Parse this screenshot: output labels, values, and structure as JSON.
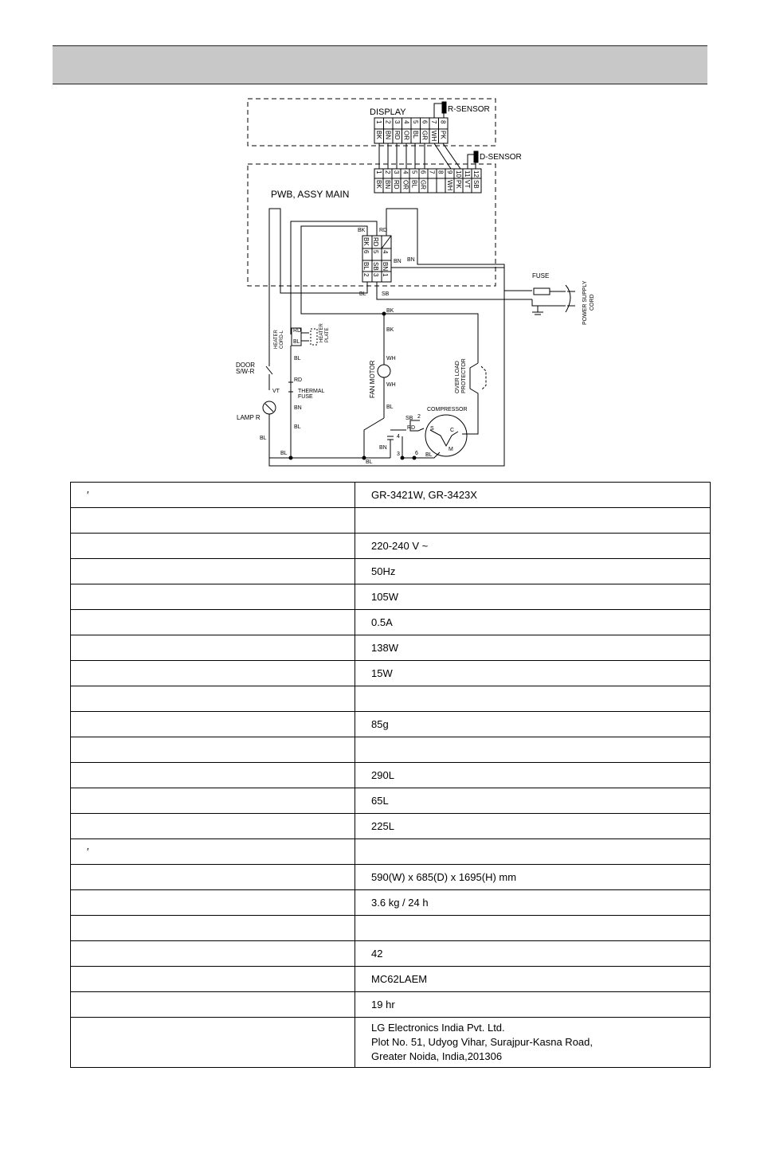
{
  "diagram": {
    "labels": {
      "display": "DISPLAY",
      "r_sensor": "R-SENSOR",
      "d_sensor": "D-SENSOR",
      "pwb": "PWB, ASSY MAIN",
      "fuse": "FUSE",
      "power_supply": "POWER SUPPLY",
      "cord": "CORD",
      "heater_cord": "HEATER",
      "heater_cord2": "CORD-L",
      "heater_plate": "HEATER",
      "heater_plate2": "PLATE",
      "door": "DOOR",
      "door_sw": "S/W-R",
      "lamp": "LAMP R",
      "thermal": "THERMAL",
      "thermal_fuse": "FUSE",
      "fan_motor": "FAN MOTOR",
      "overload": "OVER LOAD",
      "protector": "PROTECTOR",
      "compressor": "COMPRESSOR"
    },
    "display_pins": [
      "1",
      "2",
      "3",
      "4",
      "5",
      "6",
      "7",
      "8"
    ],
    "display_colors": [
      "BK",
      "BN",
      "RD",
      "OR",
      "BL",
      "GR",
      "WH",
      "PK"
    ],
    "main_pins": [
      "1",
      "2",
      "3",
      "4",
      "5",
      "6",
      "7",
      "8",
      "9",
      "10",
      "11",
      "12"
    ],
    "main_colors": [
      "BK",
      "BN",
      "RD",
      "OR",
      "BL",
      "GR",
      "",
      "",
      "WH",
      "PK",
      "VT",
      "SB"
    ],
    "conn_left_pins": [
      "6",
      "5",
      "2",
      "3"
    ],
    "conn_left_colors": [
      "BK",
      "SB",
      "BL"
    ],
    "conn_right_pins": [
      "4",
      "1"
    ],
    "conn_right_colors": [
      "RD",
      "BN"
    ],
    "wire_labels": {
      "bk_top": "BK",
      "rd_top": "RD",
      "bn_right": "BN",
      "bn_right2": "BN",
      "bl_conn": "BL",
      "sb_conn": "SB",
      "bk_mid": "BK",
      "bk_fan": "BK",
      "wh_fan1": "WH",
      "wh_fan2": "WH",
      "bl_fan": "BL",
      "bl_heater": "BL",
      "rd_thermal": "RD",
      "bn_thermal": "BN",
      "bl_thermal": "BL",
      "vt_lamp": "VT",
      "bl_lamp": "BL",
      "bl_bottom": "BL",
      "bl_bottom2": "BL",
      "bn_comp": "BN",
      "bl_comp": "BL",
      "sb_comp": "SB",
      "rd_comp": "RD",
      "heater_rd": "RD",
      "heater_bl": "BL",
      "pin_2": "2",
      "pin_4": "4",
      "pin_3": "3",
      "pin_6": "6",
      "comp_s": "S",
      "comp_c": "C",
      "comp_m": "M"
    }
  },
  "specs": [
    {
      "value": "GR-3421W,  GR-3423X",
      "mark": "′"
    },
    {
      "value": ""
    },
    {
      "value": "220-240 V ~"
    },
    {
      "value": " 50Hz"
    },
    {
      "value": " 105W"
    },
    {
      "value": " 0.5A"
    },
    {
      "value": " 138W"
    },
    {
      "value": " 15W"
    },
    {
      "value": ""
    },
    {
      "value": " 85g"
    },
    {
      "value": ""
    },
    {
      "value": " 290L"
    },
    {
      "value": " 65L"
    },
    {
      "value": " 225L"
    },
    {
      "value": "",
      "mark": "′"
    },
    {
      "value": " 590(W) x 685(D) x 1695(H) mm"
    },
    {
      "value": " 3.6 kg / 24 h"
    },
    {
      "value": ""
    },
    {
      "value": " 42"
    },
    {
      "value": " MC62LAEM"
    },
    {
      "value": " 19 hr"
    }
  ],
  "address": {
    "line1": "LG Electronics India Pvt. Ltd.",
    "line2": "Plot No. 51, Udyog Vihar, Surajpur-Kasna Road,",
    "line3": "Greater Noida, India,201306"
  }
}
